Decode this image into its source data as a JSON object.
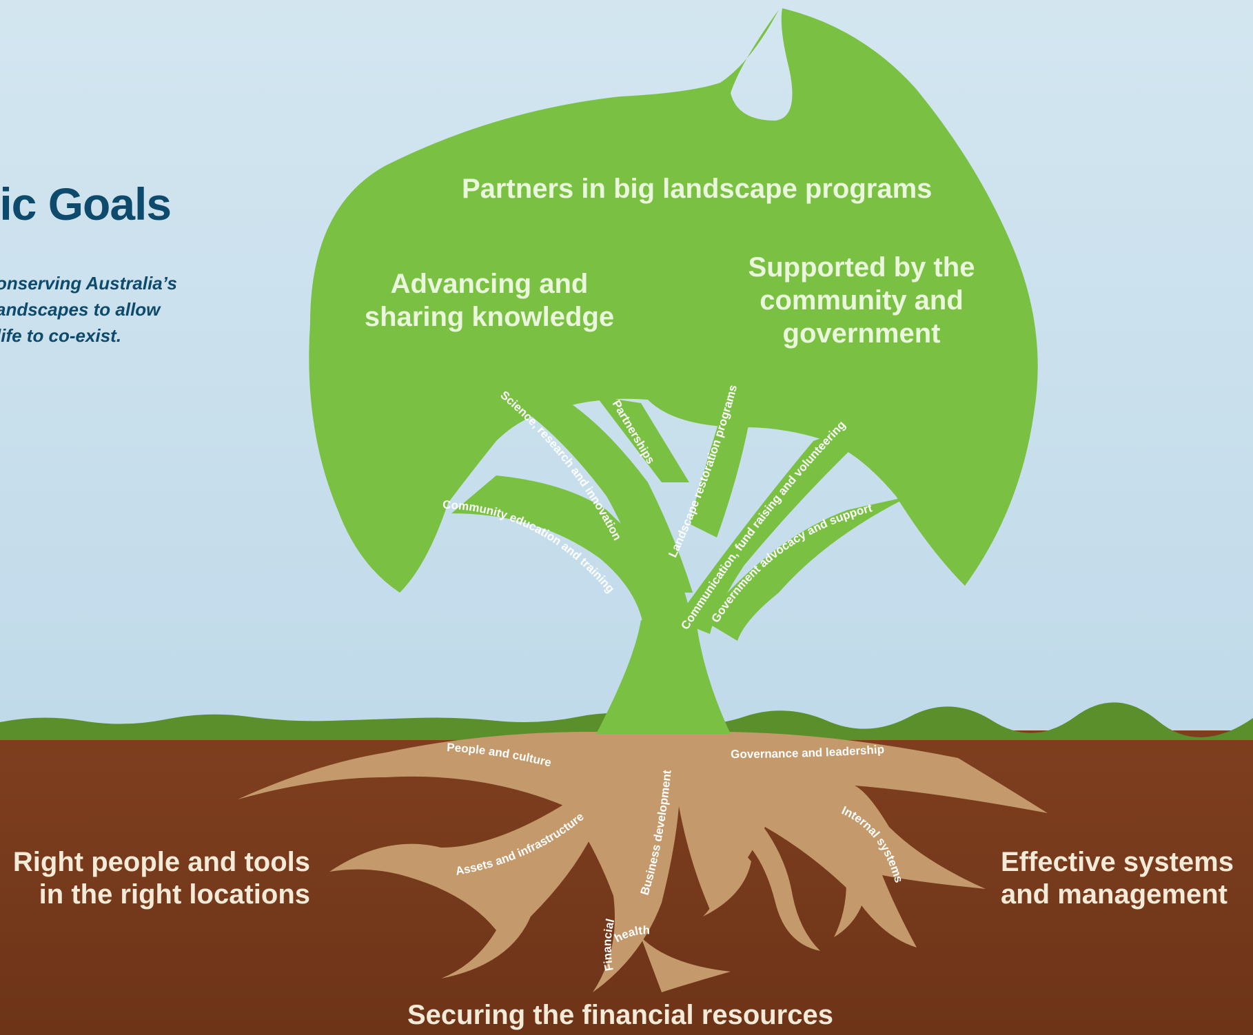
{
  "header": {
    "title": "gic Goals",
    "tagline": [
      "onserving Australia’s",
      "andscapes to allow",
      "life to co-exist."
    ]
  },
  "canopy_goals": {
    "top": "Partners in big landscape programs",
    "left": [
      "Advancing and",
      "sharing knowledge"
    ],
    "right": [
      "Supported by the",
      "community and",
      "government"
    ]
  },
  "branches": [
    "Community education and training",
    "Science, research and innovation",
    "Partnerships",
    "Landscape restoration programs",
    "Communication, fund raising and volunteering",
    "Government advocacy and support"
  ],
  "roots": [
    "People and culture",
    "Assets and infrastructure",
    "Business development",
    "Financial",
    "health",
    "Governance and leadership",
    "Internal systems"
  ],
  "ground_goals": {
    "left": [
      "Right people and tools",
      "in the right locations"
    ],
    "right": [
      "Effective systems",
      "and management"
    ],
    "bottom": "Securing the financial resources"
  },
  "colors": {
    "sky_top": "#cfe4ef",
    "sky_bottom": "#bcd6e6",
    "canopy": "#7ac143",
    "grass": "#5b8f2b",
    "soil": "#7a3c1d",
    "roots": "#c49a6c",
    "title_blue": "#0e4a6b"
  }
}
